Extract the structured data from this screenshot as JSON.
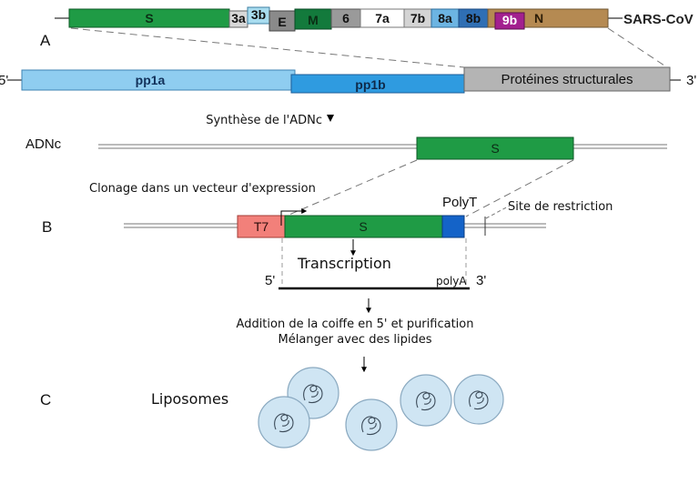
{
  "panel_labels": {
    "a": "A",
    "b": "B",
    "c": "C"
  },
  "genome": {
    "label": "SARS-CoV",
    "genes": [
      {
        "name": "S",
        "color": "#1f9b45"
      },
      {
        "name": "3a",
        "color": "#d8d8d8"
      },
      {
        "name": "3b",
        "color": "#a8dcef"
      },
      {
        "name": "E",
        "color": "#8a8a8a"
      },
      {
        "name": "M",
        "color": "#137a3c"
      },
      {
        "name": "6",
        "color": "#9a9a9a"
      },
      {
        "name": "7a",
        "color": "#ffffff"
      },
      {
        "name": "7b",
        "color": "#d4d4d4"
      },
      {
        "name": "8a",
        "color": "#6cb4e2"
      },
      {
        "name": "8b",
        "color": "#2f6fb4"
      },
      {
        "name": "9b",
        "color": "#a3208f"
      },
      {
        "name": "N",
        "color": "#b58a52"
      }
    ]
  },
  "rna": {
    "end5": "5'",
    "end3": "3'",
    "pp1a": {
      "label": "pp1a",
      "color": "#8fcdf0"
    },
    "pp1b": {
      "label": "pp1b",
      "color": "#2f9be0"
    },
    "structural": {
      "label": "Protéines structurales",
      "color": "#b4b4b4"
    }
  },
  "cdna": {
    "step_label": "Synthèse de l'ADNc",
    "label": "ADNc",
    "s_label": "S",
    "s_color": "#1f9b45"
  },
  "vector": {
    "cloning_label": "Clonage dans un vecteur d'expression",
    "t7_label": "T7",
    "t7_color": "#f2807a",
    "s_label": "S",
    "s_color": "#1f9b45",
    "polyt_label": "PolyT",
    "polyt_color": "#1463c8",
    "restriction_label": "Site de restriction"
  },
  "transcript": {
    "label": "Transcription",
    "end5": "5'",
    "polya": "polyA",
    "end3": "3'"
  },
  "steps": {
    "capping": "Addition de la coiffe en 5' et purification",
    "mixing": "Mélanger avec des lipides"
  },
  "liposomes": {
    "label": "Liposomes",
    "fill": "#cfe5f3",
    "stroke": "#8aa9c0"
  }
}
